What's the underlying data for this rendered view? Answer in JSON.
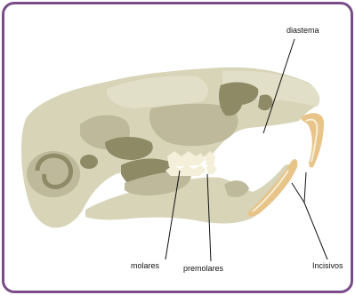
{
  "colors": {
    "frame": "#7a4d8a",
    "bone": "#d7d4b8",
    "bone_light": "#e2dfc8",
    "bone_shade": "#bdb99a",
    "cavity": "#8f8a66",
    "tooth": "#f4efd8",
    "incisor": "#e8c489",
    "leader": "#111111"
  },
  "labels": {
    "diastema": "diastema",
    "molares": "molares",
    "premolares": "premolares",
    "incisivos": "Incisivos"
  }
}
